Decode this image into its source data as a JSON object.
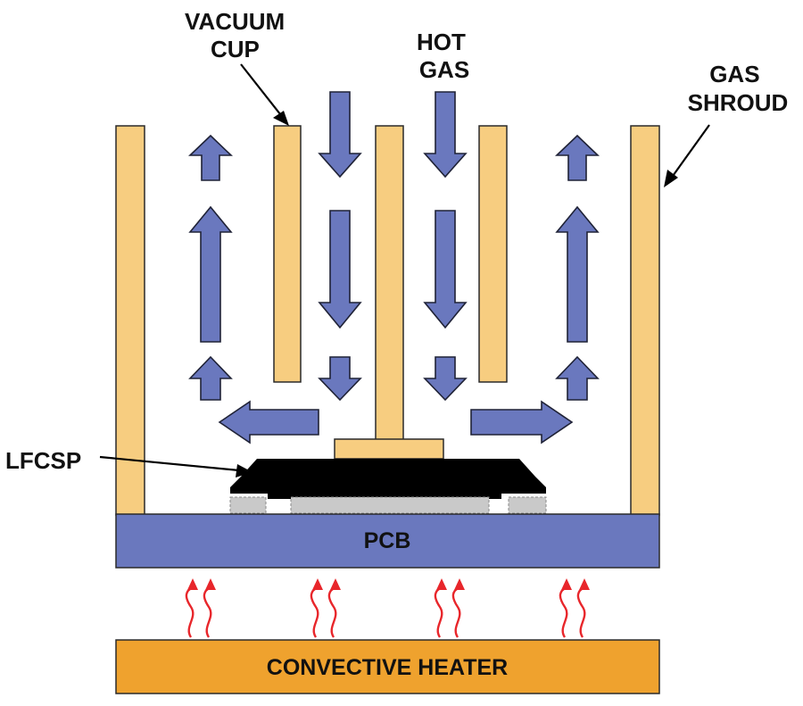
{
  "labels": {
    "vacuum_cup": [
      "VACUUM",
      "CUP"
    ],
    "hot_gas": [
      "HOT",
      "GAS"
    ],
    "gas_shroud": [
      "GAS",
      "SHROUD"
    ],
    "lfcsp": "LFCSP",
    "pcb": "PCB",
    "heater": "CONVECTIVE HEATER"
  },
  "colors": {
    "shroud_fill": "#f7cd80",
    "gas_arrow": "#6a78be",
    "pcb_fill": "#6a78be",
    "heater_fill": "#efa22e",
    "package_fill": "#000000",
    "heat_wave": "#e8262b",
    "solder": "#c9c9c9"
  },
  "icons": {
    "gas_flow": "block-arrow-icon",
    "heat": "wavy-heat-arrow-icon",
    "solder": "solder-ball-icon"
  }
}
